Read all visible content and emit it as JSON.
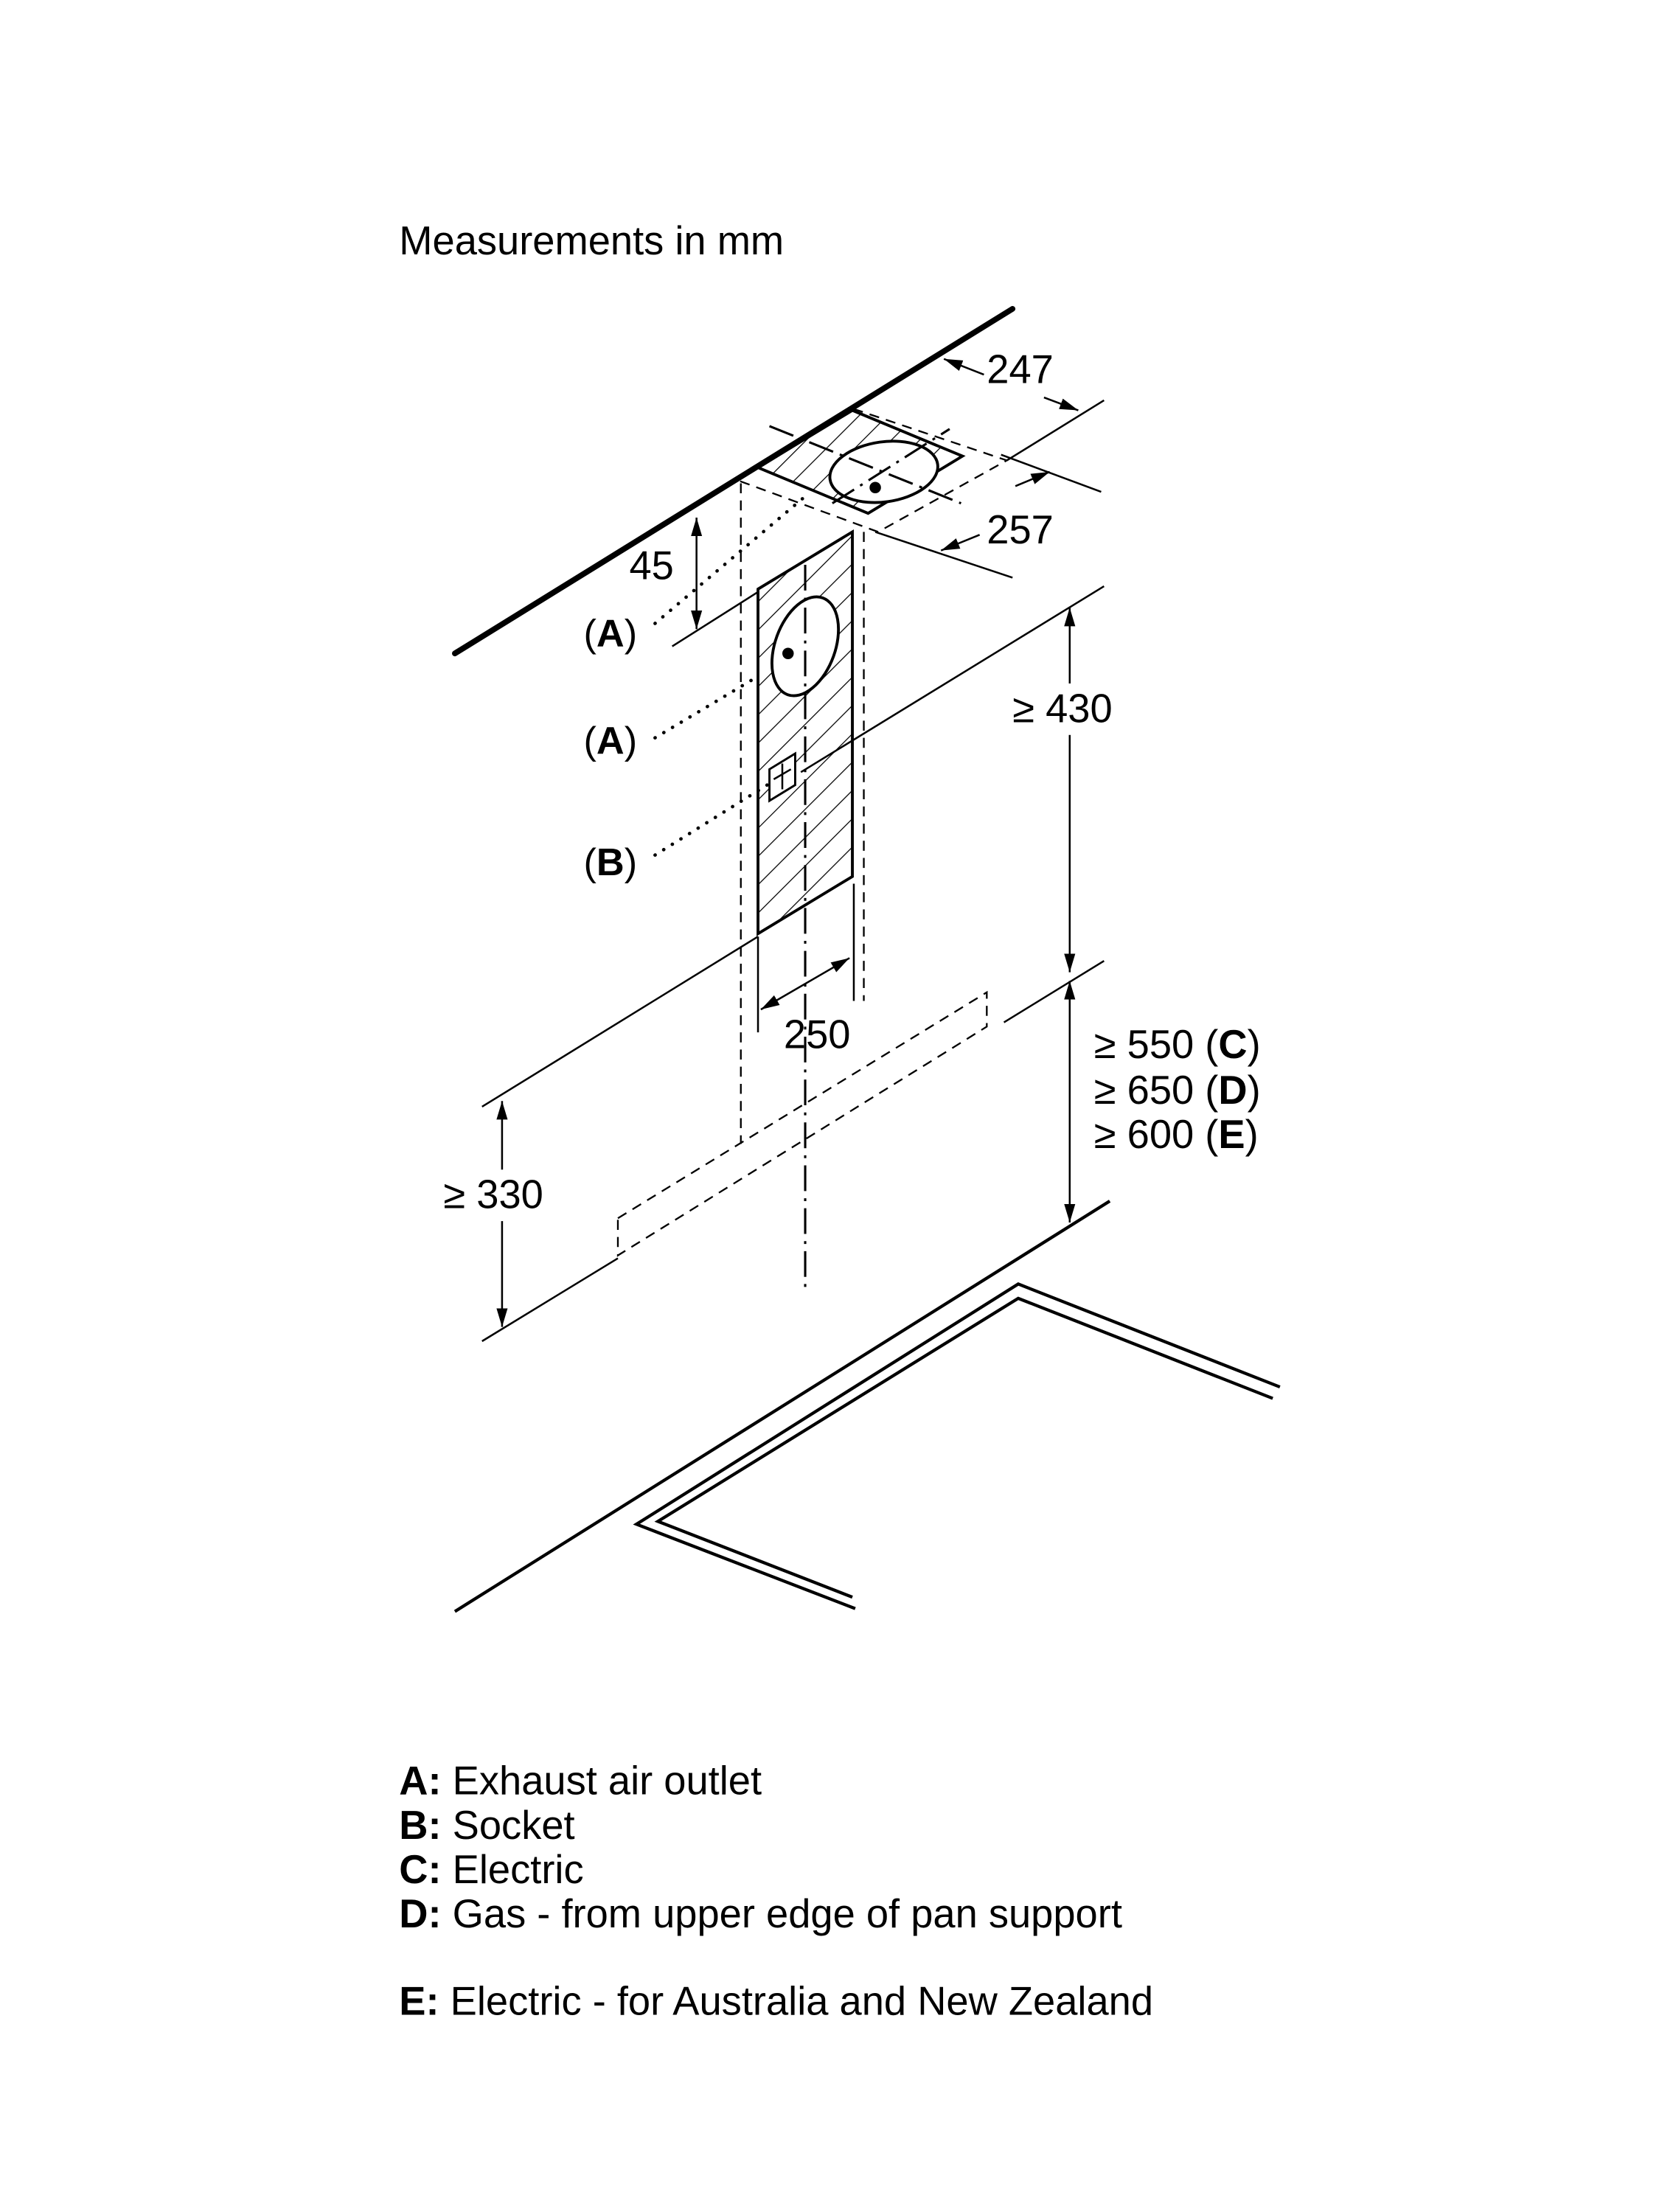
{
  "title": "Measurements in mm",
  "dimensions": {
    "ceiling_depth": "247",
    "ceiling_width": "257",
    "wall_offset": "45",
    "min_above_hood": "≥ 430",
    "duct_width": "250",
    "hood_height": "≥ 330",
    "clearance": [
      {
        "value": "≥ 550 (",
        "key": "C",
        "close": ")"
      },
      {
        "value": "≥ 650 (",
        "key": "D",
        "close": ")"
      },
      {
        "value": "≥ 600 (",
        "key": "E",
        "close": ")"
      }
    ]
  },
  "callouts": {
    "open": "(",
    "close": ")",
    "a1": "A",
    "a2": "A",
    "b": "B"
  },
  "legend": [
    {
      "key": "A:",
      "text": "Exhaust air outlet"
    },
    {
      "key": "B:",
      "text": "Socket"
    },
    {
      "key": "C:",
      "text": "Electric"
    },
    {
      "key": "D:",
      "text": "Gas - from upper edge of pan support"
    },
    {
      "key": "E:",
      "text": "Electric - for Australia and New Zealand"
    }
  ]
}
